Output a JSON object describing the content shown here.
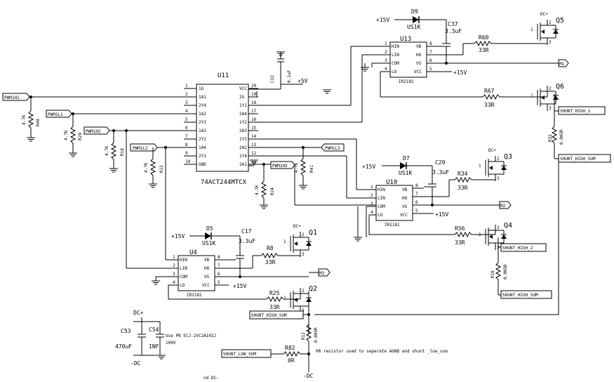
{
  "u11": {
    "ref": "U11",
    "part": "74ACT244MTCX",
    "left_pins": [
      {
        "num": "1",
        "name": "1G"
      },
      {
        "num": "2",
        "name": "1A1"
      },
      {
        "num": "3",
        "name": "2Y4"
      },
      {
        "num": "4",
        "name": "1A2"
      },
      {
        "num": "5",
        "name": "2Y3"
      },
      {
        "num": "6",
        "name": "1A3"
      },
      {
        "num": "7",
        "name": "2Y2"
      },
      {
        "num": "8",
        "name": "1A4"
      },
      {
        "num": "9",
        "name": "2Y1"
      },
      {
        "num": "10",
        "name": "GND"
      }
    ],
    "right_pins": [
      {
        "num": "20",
        "name": "VCC"
      },
      {
        "num": "19",
        "name": "2G"
      },
      {
        "num": "18",
        "name": "1Y1"
      },
      {
        "num": "17",
        "name": "2A4"
      },
      {
        "num": "16",
        "name": "1Y2"
      },
      {
        "num": "15",
        "name": "2A3"
      },
      {
        "num": "14",
        "name": "1Y3"
      },
      {
        "num": "13",
        "name": "2A2"
      },
      {
        "num": "12",
        "name": "1Y4"
      },
      {
        "num": "11",
        "name": "2A1"
      }
    ]
  },
  "drivers": [
    {
      "ref": "U13",
      "part": "IR2181",
      "pins": {
        "hin": "HIN",
        "lin": "LIN",
        "com": "COM",
        "lo": "LO",
        "vb": "VB",
        "ho": "HO",
        "vs": "VS",
        "vcc": "VCC"
      },
      "nums": {
        "hin": "1",
        "lin": "2",
        "com": "3",
        "lo": "4",
        "vb": "8",
        "ho": "7",
        "vs": "6",
        "vcc": "5"
      }
    },
    {
      "ref": "U10",
      "part": "IR2181",
      "pins": {
        "hin": "HIN",
        "lin": "LIN",
        "com": "COM",
        "lo": "LO",
        "vb": "VB",
        "ho": "HO",
        "vs": "VS",
        "vcc": "VCC"
      },
      "nums": {
        "hin": "1",
        "lin": "2",
        "com": "3",
        "lo": "4",
        "vb": "8",
        "ho": "7",
        "vs": "6",
        "vcc": "5"
      }
    },
    {
      "ref": "U4",
      "part": "IR2181",
      "pins": {
        "hin": "HIN",
        "lin": "LIN",
        "com": "COM",
        "lo": "LO",
        "vb": "VB",
        "ho": "HO",
        "vs": "VS",
        "vcc": "VCC"
      },
      "nums": {
        "hin": "1",
        "lin": "2",
        "com": "3",
        "lo": "4",
        "vb": "8",
        "ho": "7",
        "vs": "6",
        "vcc": "5"
      }
    }
  ],
  "diodes": [
    {
      "ref": "D9",
      "part": "US1K"
    },
    {
      "ref": "D7",
      "part": "US1K"
    },
    {
      "ref": "D5",
      "part": "US1K"
    }
  ],
  "caps": {
    "c37": {
      "ref": "C37",
      "value": "3.3uF"
    },
    "c29": {
      "ref": "C29",
      "value": "3.3uF"
    },
    "c17": {
      "ref": "C17",
      "value": "3.3uF"
    },
    "c33": {
      "ref": "C33",
      "value": "0.1uF"
    },
    "c53": {
      "ref": "C53",
      "value": "470uF"
    },
    "c54": {
      "ref": "C54",
      "value": "1NF"
    }
  },
  "resistors": {
    "r60": {
      "ref": "R60",
      "value": "33R"
    },
    "r67": {
      "ref": "R67",
      "value": "33R"
    },
    "r34": {
      "ref": "R34",
      "value": "33R"
    },
    "r56": {
      "ref": "R56",
      "value": "33R"
    },
    "r8": {
      "ref": "R8",
      "value": "33R"
    },
    "r25": {
      "ref": "R25",
      "value": "33R"
    },
    "r40": {
      "ref": "R40",
      "value": "4.7K"
    },
    "r29": {
      "ref": "R29",
      "value": "4.7K"
    },
    "r18": {
      "ref": "R18",
      "value": "4.7K"
    },
    "r15": {
      "ref": "R15",
      "value": "4.7K"
    },
    "r24": {
      "ref": "R24",
      "value": "4.7K"
    },
    "r41": {
      "ref": "R41",
      "value": "4.7K"
    },
    "r32": {
      "ref": "R32",
      "value": "0.005R"
    },
    "r16": {
      "ref": "R16",
      "value": "0.005R"
    },
    "r12": {
      "ref": "R12",
      "value": "0.005R"
    },
    "r82": {
      "ref": "R82",
      "value": "0R"
    }
  },
  "fets": [
    "Q5",
    "Q6",
    "Q3",
    "Q4",
    "Q1",
    "Q2"
  ],
  "fet_pins": {
    "gate": "1",
    "drain": "2",
    "source": "3"
  },
  "nets": {
    "pwm1h1": "PWM1H1",
    "pwm1l1": "PWM1L1",
    "pwm1h2": "PWM1H2",
    "pwm1l2": "PWM1L2",
    "pwm1l3": "PWM1L3",
    "pwm1h3": "PWM1H3",
    "m1": "M1",
    "m2": "M2",
    "m3": "M3",
    "shunt_high_1": "SHUNT_HIGH_1",
    "shunt_high_2": "SHUNT_HIGH_2",
    "shunt_high_sum": "SHUNT_HIGH_SUM",
    "shunt_low_sum": "SHUNT_LOW_SUM",
    "p15v": "+15V",
    "p5v": "+5V",
    "dc_plus": "DC+",
    "dc_minus": "-DC"
  },
  "notes": {
    "cap_note": "Use PN ECJ-2VC2A102J",
    "cap_voltage": "100V",
    "r82_note": "0R resistor used to seperate AGND and shunt _low_sum",
    "bottom_cut": "nd DC-"
  }
}
